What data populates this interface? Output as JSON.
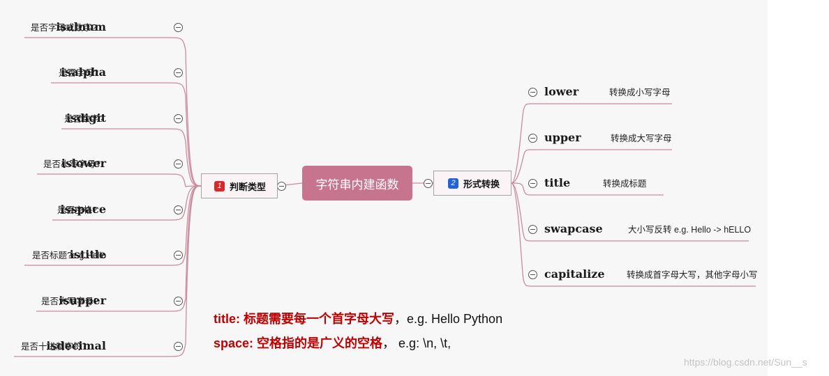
{
  "center_title": "字符串内建函数",
  "left_branch": {
    "number": "1",
    "label": "判断类型",
    "items": [
      {
        "name": "isalnum",
        "desc": "是否字母或数字?"
      },
      {
        "name": "isalpha",
        "desc": "是否字母?"
      },
      {
        "name": "isdigit",
        "desc": "是否数字?"
      },
      {
        "name": "islower",
        "desc": "是否小写字母?"
      },
      {
        "name": "isspace",
        "desc": "是否空格?"
      },
      {
        "name": "istitle",
        "desc": "是否标题?e.g.Hello"
      },
      {
        "name": "isupper",
        "desc": "是否大写字母?"
      },
      {
        "name": "isdecimal",
        "desc": "是否十进制字符？"
      }
    ]
  },
  "right_branch": {
    "number": "2",
    "label": "形式转换",
    "items": [
      {
        "name": "lower",
        "desc": "转换成小写字母"
      },
      {
        "name": "upper",
        "desc": "转换成大写字母"
      },
      {
        "name": "title",
        "desc": "转换成标题"
      },
      {
        "name": "swapcase",
        "desc": "大小写反转 e.g. Hello -> hELLO"
      },
      {
        "name": "capitalize",
        "desc": "转换成首字母大写，其他字母小写"
      }
    ]
  },
  "notes": [
    {
      "key": "title: 标题需要每一个首字母大写",
      "rest": "，e.g. Hello Python"
    },
    {
      "key": "space: 空格指的是广义的空格",
      "rest": "，  e.g: \\n, \\t,"
    }
  ],
  "watermark": "https://blog.csdn.net/Sun__s",
  "colors": {
    "center_fill": "#c7758f",
    "connector": "#c98a9c",
    "badge_left": "#d9262b",
    "badge_right": "#1f63d6",
    "note_key": "#c00000"
  }
}
